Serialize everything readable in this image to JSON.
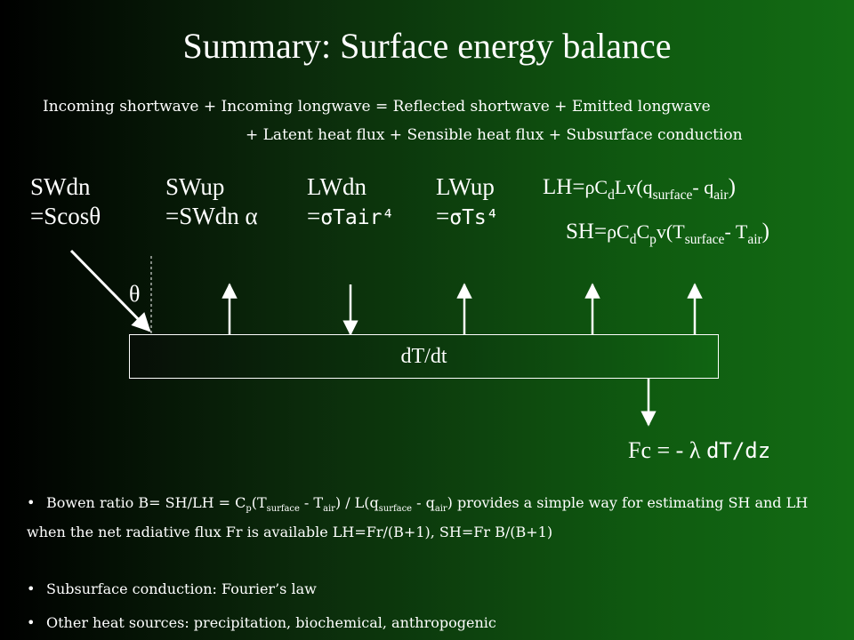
{
  "title": "Summary: Surface energy balance",
  "equation": {
    "line1": "Incoming shortwave + Incoming longwave = Reflected shortwave + Emitted longwave",
    "line2": "+ Latent heat flux + Sensible heat flux +  Subsurface conduction"
  },
  "terms": {
    "swdn": {
      "name": "SWdn",
      "formula": "=Scosθ"
    },
    "swup": {
      "name": "SWup",
      "formula": "=SWdn α"
    },
    "lwdn": {
      "name": "LWdn",
      "formula_prefix": "=",
      "formula": "σTair⁴"
    },
    "lwup": {
      "name": "LWup",
      "formula_prefix": "=",
      "formula": "σTs⁴"
    }
  },
  "lh": {
    "lhs": "LH=",
    "rho": "ρ",
    "c": "C",
    "d": "d",
    "lv": "Lv",
    "open": "(q",
    "surface": "surface",
    "minus": "- q",
    "air": "air",
    "close": ")"
  },
  "sh": {
    "lhs": "SH=",
    "rho": "ρ",
    "c": "C",
    "d": "d",
    "c2": "C",
    "p": "p",
    "v": "v",
    "open": "(T",
    "surface": "surface",
    "minus": "- T",
    "air": "air",
    "close": ")"
  },
  "angle_label": "θ",
  "box_label": "dT/dt",
  "fc": {
    "lhs": "Fc = - λ ",
    "rhs": "dT/dz"
  },
  "bullets": {
    "b1": {
      "prefix": "Bowen ratio  B= SH/LH = C",
      "p": "p",
      "t1": "(T",
      "surface": "surface",
      "t2": " - T",
      "air": "air",
      "t3": ") / L(q",
      "surface2": "surface",
      "t4": " - q",
      "air2": "air",
      "t5": ") provides a simple way for estimating SH and LH when the net radiative flux Fr is available LH=Fr/(B+1), SH=Fr B/(B+1)"
    },
    "b2": "Subsurface conduction: Fourier’s law",
    "b3": "Other heat sources: precipitation, biochemical, anthropogenic"
  },
  "colors": {
    "arrow": "#ffffff",
    "background_left": "#000000",
    "background_right": "#136c14"
  }
}
